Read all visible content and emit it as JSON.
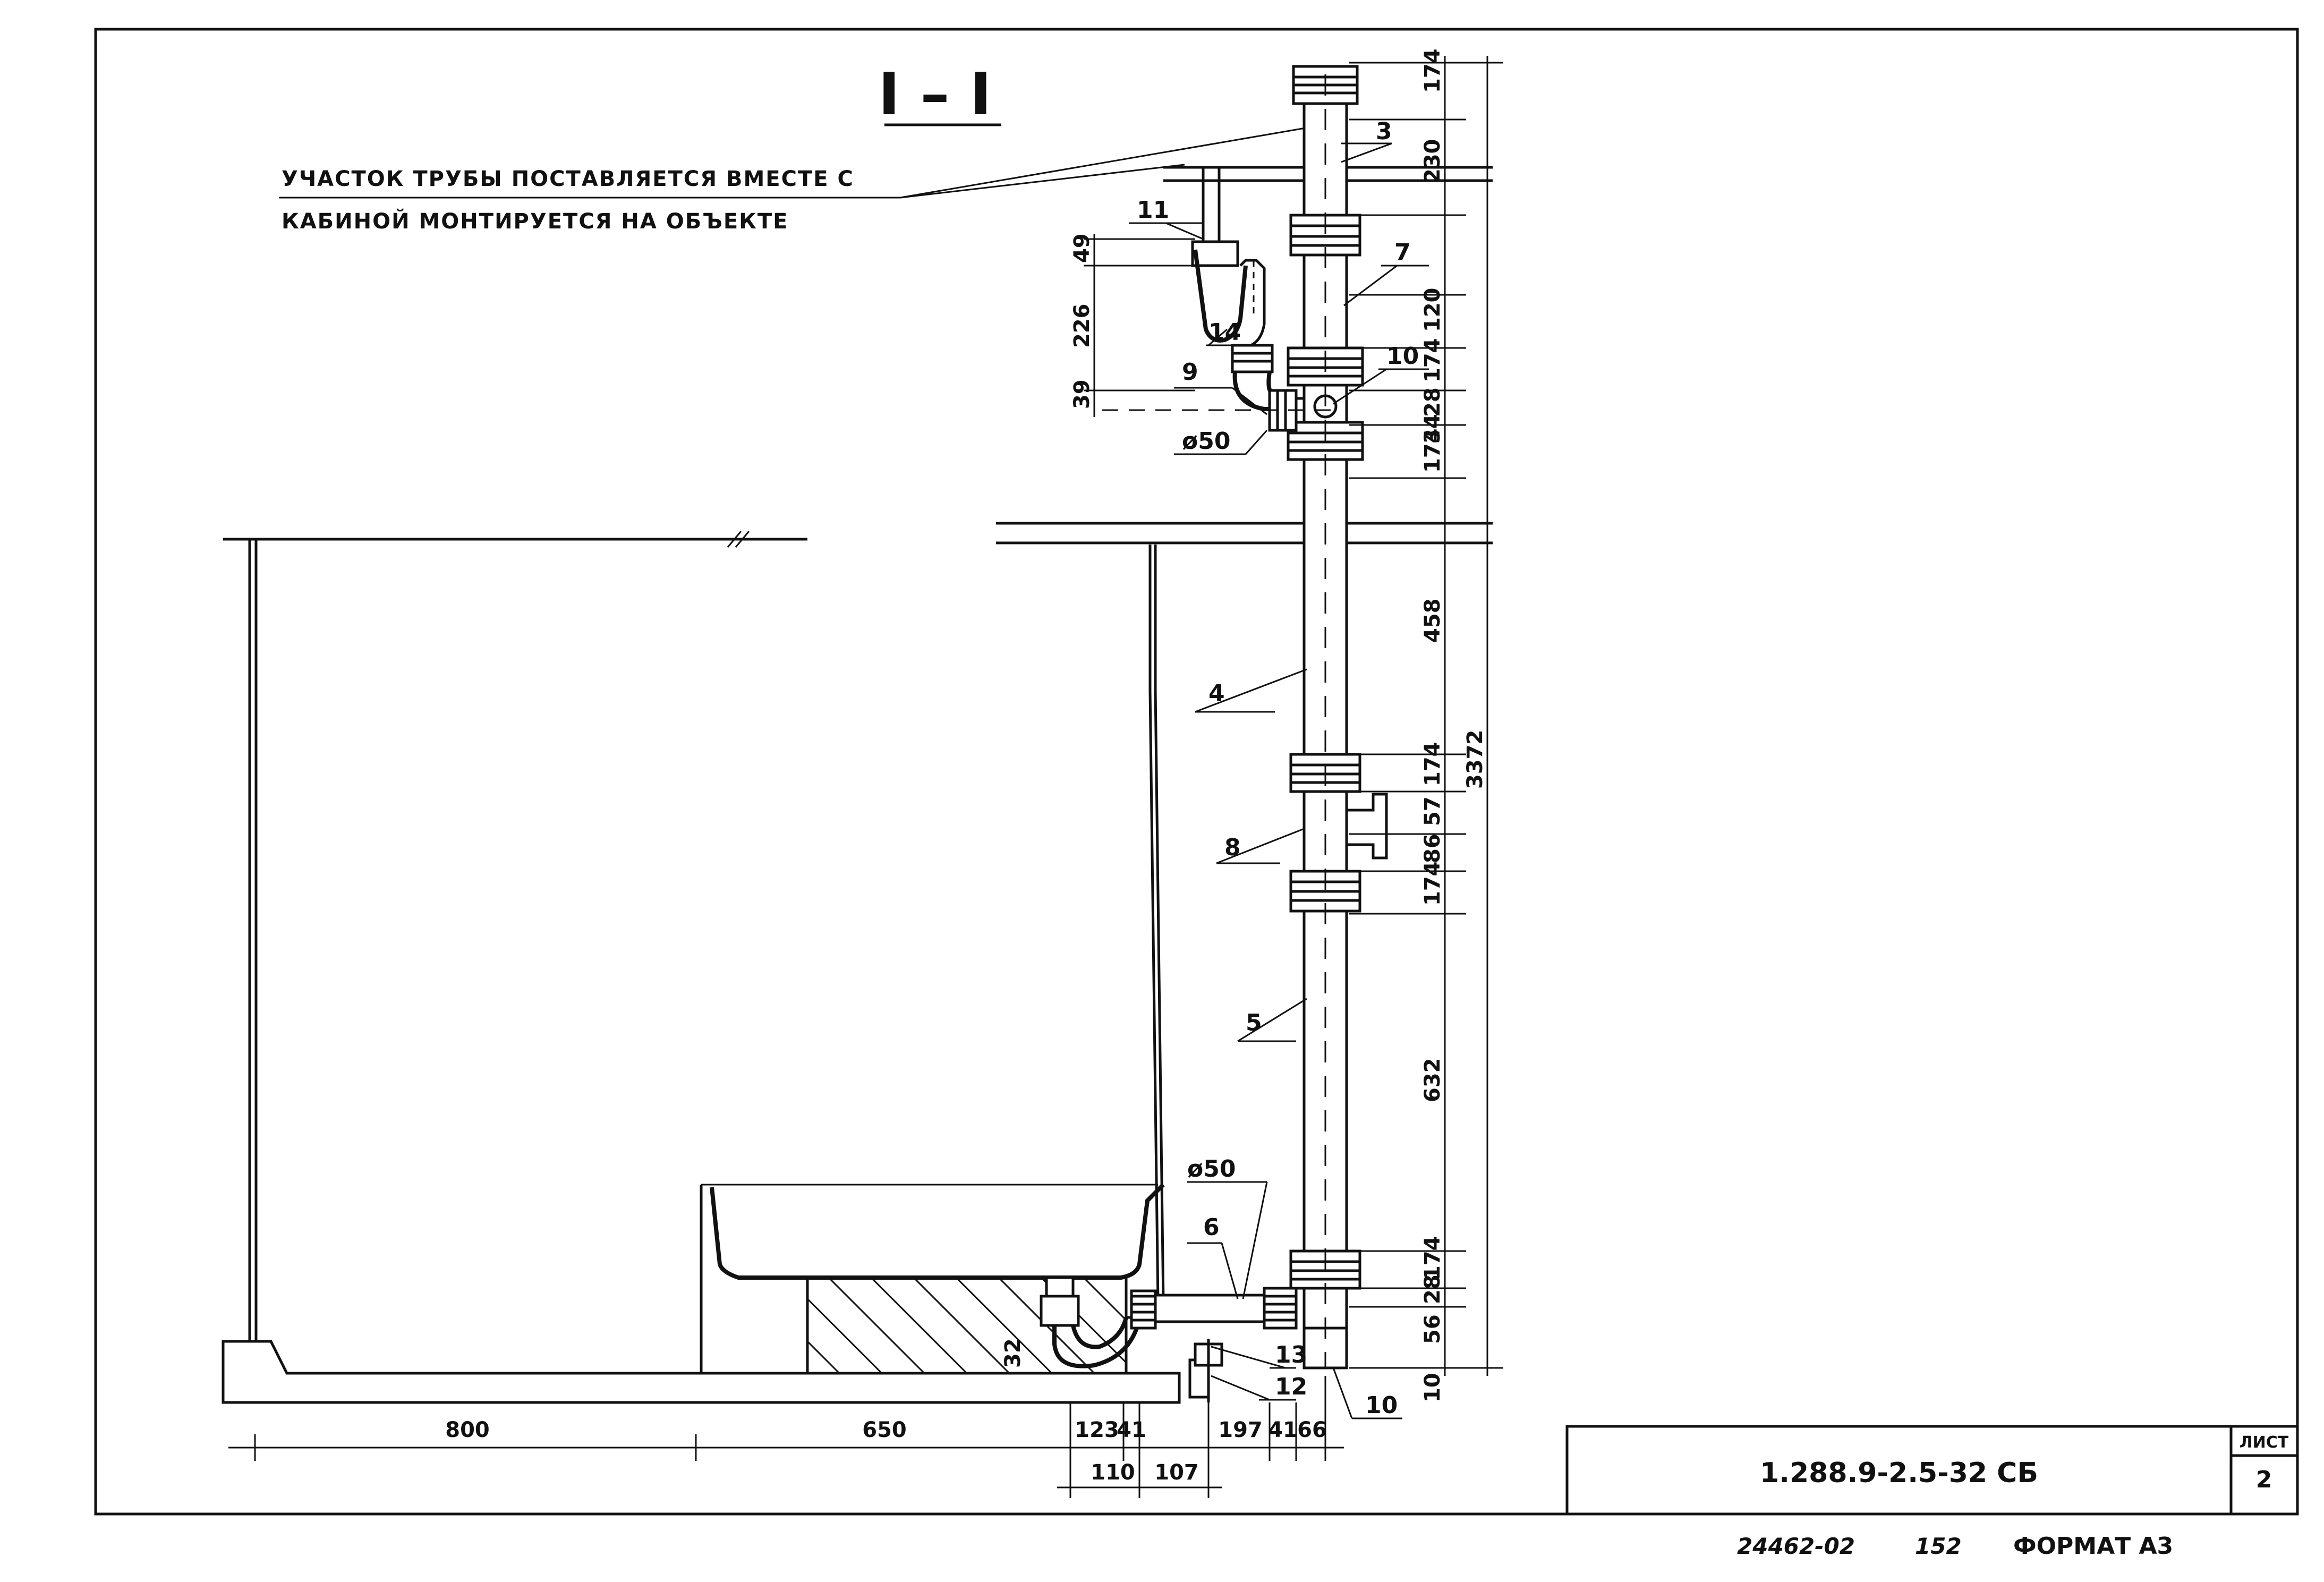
{
  "section_title": "I – I",
  "note": {
    "line1": "УЧАСТОК ТРУБЫ ПОСТАВЛЯЕТСЯ ВМЕСТЕ С",
    "line2": "КАБИНОЙ   МОНТИРУЕТСЯ НА ОБЪЕКТЕ"
  },
  "callouts": {
    "c3": "3",
    "c4": "4",
    "c5": "5",
    "c6": "6",
    "c7": "7",
    "c8": "8",
    "c9": "9",
    "c10a": "10",
    "c10b": "10",
    "c11": "11",
    "c12": "12",
    "c13": "13",
    "c14": "14"
  },
  "diameters": {
    "d_upper": "ø50",
    "d_lower": "ø50"
  },
  "dims_vertical": {
    "d174": "174",
    "d230": "230",
    "d120": "120",
    "d174b": "174",
    "d28": "28",
    "d34": "34",
    "d174c": "174",
    "d458": "458",
    "d174d": "174",
    "d57": "57",
    "d86": "86",
    "d174e": "174",
    "d632": "632",
    "d174f": "174",
    "d28b": "28",
    "d56": "56",
    "d10": "10",
    "d3372": "3372"
  },
  "dims_left": {
    "d49": "49",
    "d226": "226",
    "d39": "39",
    "d32": "32"
  },
  "dims_bottom": {
    "d800": "800",
    "d650": "650",
    "d123": "123",
    "d41": "41",
    "d110": "110",
    "d107": "107",
    "d197": "197",
    "d41b": "41",
    "d66": "66"
  },
  "title_block": {
    "code": "1.288.9-2.5-32 СБ",
    "sheet_label": "ЛИСТ",
    "sheet_number": "2"
  },
  "footer": {
    "number": "24462-02",
    "page": "152",
    "format": "ФОРМАТ А3"
  }
}
